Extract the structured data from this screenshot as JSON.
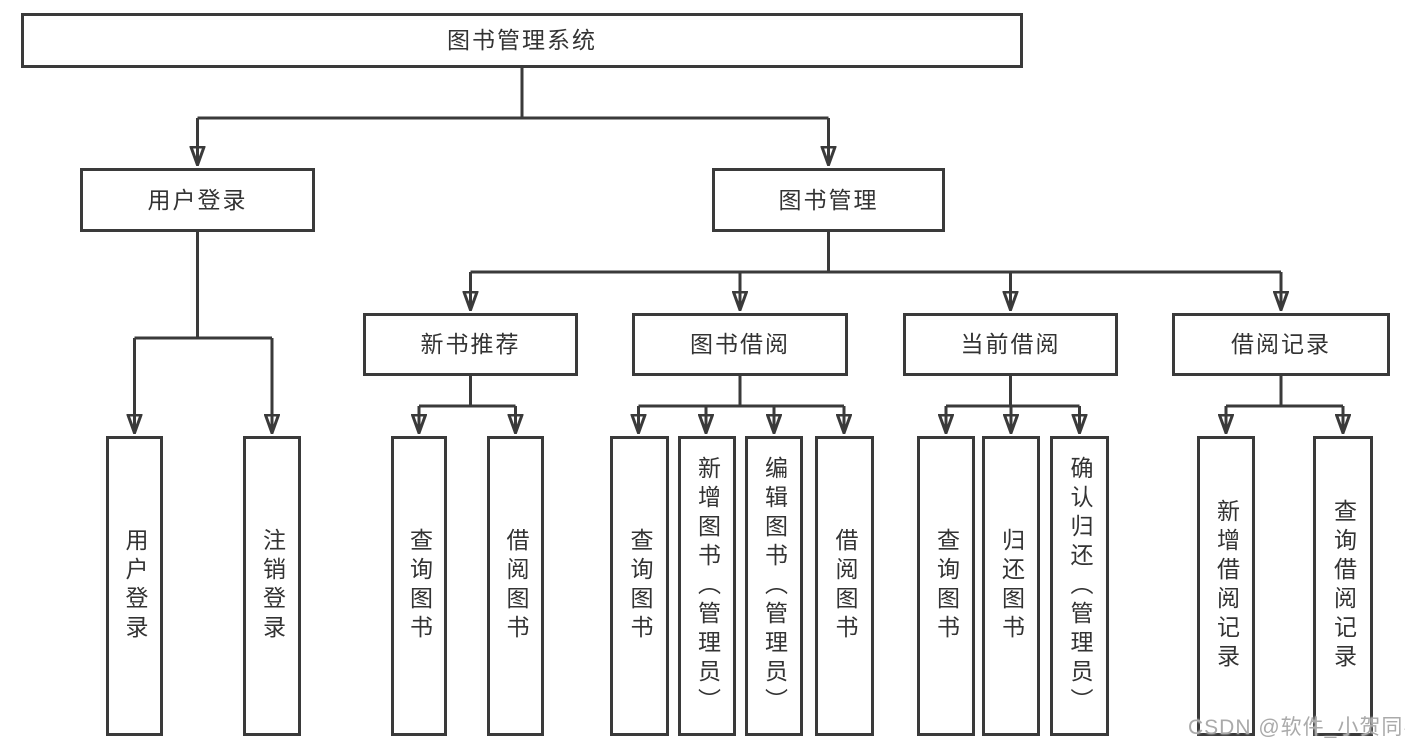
{
  "diagram": {
    "type": "hierarchy-tree",
    "nodes": {
      "root": {
        "label": "图书管理系统"
      },
      "user_login": {
        "label": "用户登录"
      },
      "book_mgmt": {
        "label": "图书管理"
      },
      "new_book_rec": {
        "label": "新书推荐"
      },
      "book_borrow": {
        "label": "图书借阅"
      },
      "current_borrow": {
        "label": "当前借阅"
      },
      "borrow_record": {
        "label": "借阅记录"
      },
      "leaf_user_login": {
        "label": "用户登录"
      },
      "leaf_logout": {
        "label": "注销登录"
      },
      "leaf_nb_query": {
        "label": "查询图书"
      },
      "leaf_nb_borrow": {
        "label": "借阅图书"
      },
      "leaf_bb_query": {
        "label": "查询图书"
      },
      "leaf_bb_add": {
        "label": "新增图书（管理员）"
      },
      "leaf_bb_edit": {
        "label": "编辑图书（管理员）"
      },
      "leaf_bb_borrow": {
        "label": "借阅图书"
      },
      "leaf_cb_query": {
        "label": "查询图书"
      },
      "leaf_cb_return": {
        "label": "归还图书"
      },
      "leaf_cb_confirm": {
        "label": "确认归还（管理员）"
      },
      "leaf_br_add": {
        "label": "新增借阅记录"
      },
      "leaf_br_query": {
        "label": "查询借阅记录"
      }
    },
    "edges": [
      [
        "root",
        "user_login"
      ],
      [
        "root",
        "book_mgmt"
      ],
      [
        "user_login",
        "leaf_user_login"
      ],
      [
        "user_login",
        "leaf_logout"
      ],
      [
        "book_mgmt",
        "new_book_rec"
      ],
      [
        "book_mgmt",
        "book_borrow"
      ],
      [
        "book_mgmt",
        "current_borrow"
      ],
      [
        "book_mgmt",
        "borrow_record"
      ],
      [
        "new_book_rec",
        "leaf_nb_query"
      ],
      [
        "new_book_rec",
        "leaf_nb_borrow"
      ],
      [
        "book_borrow",
        "leaf_bb_query"
      ],
      [
        "book_borrow",
        "leaf_bb_add"
      ],
      [
        "book_borrow",
        "leaf_bb_edit"
      ],
      [
        "book_borrow",
        "leaf_bb_borrow"
      ],
      [
        "current_borrow",
        "leaf_cb_query"
      ],
      [
        "current_borrow",
        "leaf_cb_return"
      ],
      [
        "current_borrow",
        "leaf_cb_confirm"
      ],
      [
        "borrow_record",
        "leaf_br_add"
      ],
      [
        "borrow_record",
        "leaf_br_query"
      ]
    ],
    "colors": {
      "line": "#3a3a3a",
      "box_border": "#3a3a3a",
      "box_fill": "#ffffff",
      "text": "#333333",
      "background": "#ffffff",
      "watermark": "#aaaaaa"
    }
  },
  "watermark": {
    "text": "CSDN @软件_小贺同学"
  }
}
